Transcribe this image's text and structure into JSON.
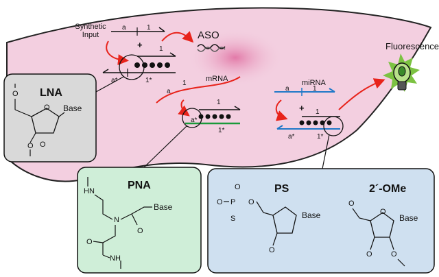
{
  "input": {
    "line1": "Synthetic",
    "line2": "Input"
  },
  "strand_labels": {
    "a": "a",
    "one": "1",
    "a_star": "a*",
    "one_star": "1*",
    "plus": "+"
  },
  "aso_label": "ASO",
  "mrna_label": "mRNA",
  "mirna_label": "miRNA",
  "fluorescence_label": "Fluorescence",
  "modifications": {
    "lna": {
      "title": "LNA",
      "base": "Base",
      "o1": "O",
      "o2": "O",
      "o3": "O",
      "o4": "O"
    },
    "pna": {
      "title": "PNA",
      "base": "Base",
      "hn": "HN",
      "n": "N",
      "o1": "O",
      "o2": "O",
      "nh": "NH"
    },
    "ps": {
      "title": "PS",
      "base": "Base",
      "o": "O",
      "p": "P",
      "s": "S",
      "o2": "O",
      "o3": "O",
      "o4": "O"
    },
    "ome": {
      "title": "2´-OMe",
      "base": "Base",
      "o1": "O",
      "o2": "O",
      "o3": "O",
      "o4": "O"
    }
  },
  "colors": {
    "cell_fill": "#f3cfe0",
    "nucleus": "#e88ab3",
    "arrow_red": "#e8231b",
    "mirna_blue": "#1f78c8",
    "green_strand": "#1a9a3a",
    "lna_box": "#d9d9d9",
    "pna_box": "#cfeed8",
    "ps_box": "#cfe0f0",
    "bulb_glow": "#7cc242"
  }
}
